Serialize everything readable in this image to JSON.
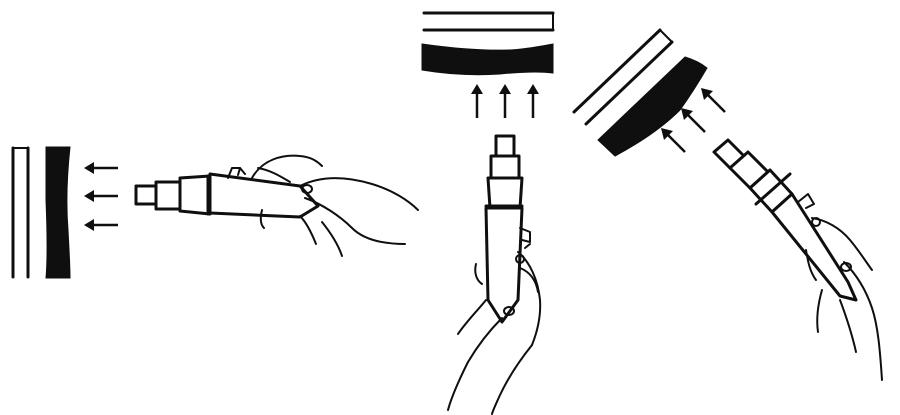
{
  "figure": {
    "panels": [
      {
        "name": "left-horizontal-application",
        "arrows": 3,
        "direction": "left"
      },
      {
        "name": "center-upward-application",
        "arrows": 3,
        "direction": "up"
      },
      {
        "name": "right-diagonal-application",
        "arrows": 3,
        "direction": "up-left"
      }
    ],
    "colors": {
      "ink": "#0f0f0f",
      "background": "#ffffff"
    }
  }
}
